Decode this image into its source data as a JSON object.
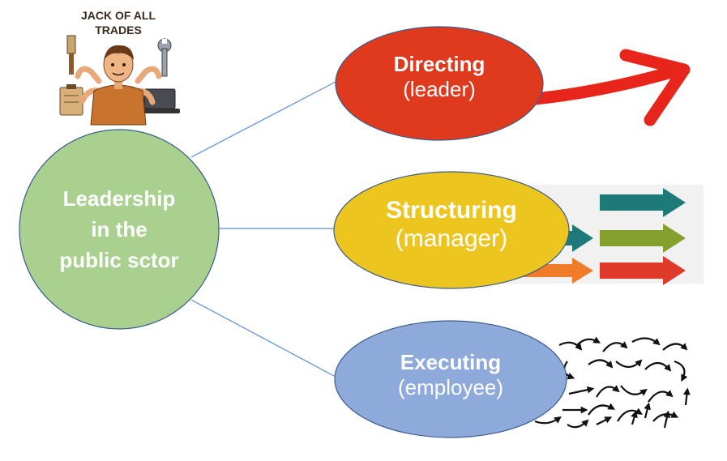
{
  "logo": {
    "text_line1": "JACK OF ALL",
    "text_line2": "TRADES"
  },
  "center": {
    "line1": "Leadership",
    "line2": "in the",
    "line3": "public sctor",
    "fill": "#a9d08e"
  },
  "nodes": [
    {
      "id": "directing",
      "title": "Directing",
      "role": "(leader)",
      "fill": "#e03a1e"
    },
    {
      "id": "structuring",
      "title": "Structuring",
      "role": "(manager)",
      "fill": "#ecc51f"
    },
    {
      "id": "executing",
      "title": "Executing",
      "role": "(employee)",
      "fill": "#8eaadb"
    }
  ],
  "icons": [
    "red-arrow-icon",
    "parallel-arrows-icon",
    "chaotic-arrows-icon"
  ],
  "colors": {
    "connector": "#5b8fd0",
    "teal_arrow": "#1d7a78",
    "olive_arrow": "#86a02e",
    "red_arrow": "#e03a2a",
    "orange_arrow": "#f07c2a"
  }
}
